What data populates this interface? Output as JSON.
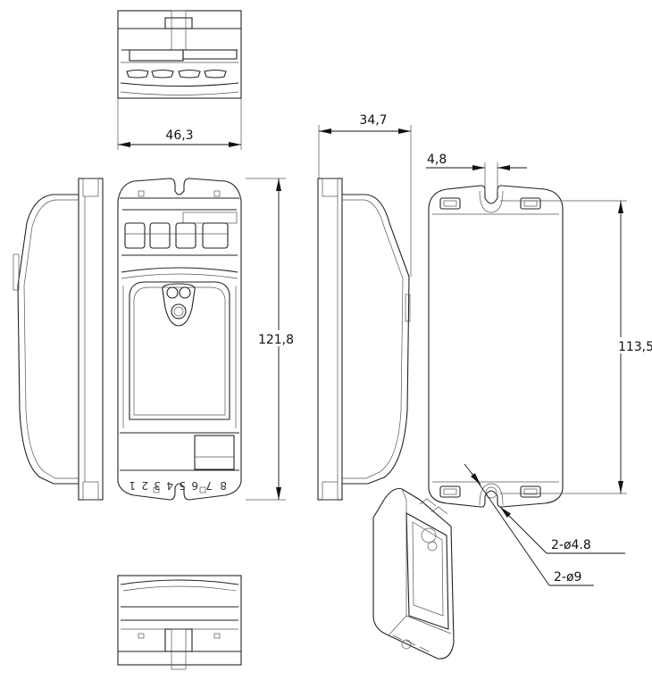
{
  "drawing": {
    "dimensions": {
      "width": "46,3",
      "depth": "34,7",
      "height": "121,8",
      "slot_width": "4,8",
      "hole_spacing": "113,5",
      "hole_small": "2-ø4.8",
      "hole_large": "2-ø9"
    },
    "terminal_numbers": [
      "1",
      "2",
      "3",
      "4",
      "5",
      "6",
      "7",
      "8"
    ],
    "colors": {
      "line": "#222222",
      "background": "#ffffff"
    }
  }
}
